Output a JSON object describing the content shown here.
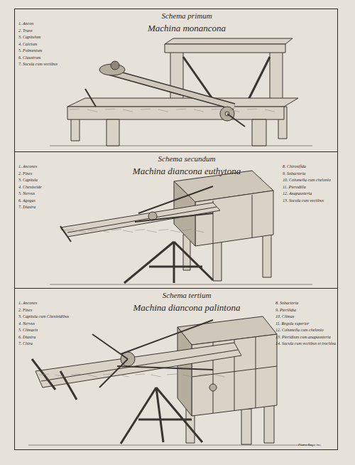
{
  "diagram": {
    "nodes": [
      {
        "text": [
          "Schema primum",
          "Machina monancona"
        ]
      },
      {
        "text": [
          "Schema secundum",
          "Machina diancona euthytona"
        ]
      },
      {
        "text": [
          "Schema tertium",
          "Machina diancona palintona"
        ]
      }
    ],
    "labels": [
      "1. Ancon",
      "2. Trans",
      "3. Capitulum",
      "4. Calcium",
      "5. Fulmentum",
      "6. Claustrum",
      "7. Sucula cum vectibus",
      "1. Ancones",
      "2. Fines",
      "3. Capitula",
      "4. Cheniscide",
      "5. Nervus",
      "6. Agogas",
      "7. Diastra",
      "8. Chirosifida",
      "9. Sobactoria",
      "10. Columella cum chelonio",
      "11. Pterodilla",
      "12. Anapausteria",
      "13. Sucula cum vectibus",
      "1. Ancones",
      "2. Fines",
      "3. Capitula cum Chenisidibus",
      "4. Nervus",
      "5. Climacis",
      "6. Diastra",
      "7. Chira",
      "8. Sobactoria",
      "9. Pterilidia",
      "10. Climax",
      "11. Regula superior",
      "12. Columella cum chelonio",
      "13. Pteridium cum anapausteria",
      "14. Sucula cum vectibus et trochlea",
      "Pietro Ruga inc."
    ]
  }
}
